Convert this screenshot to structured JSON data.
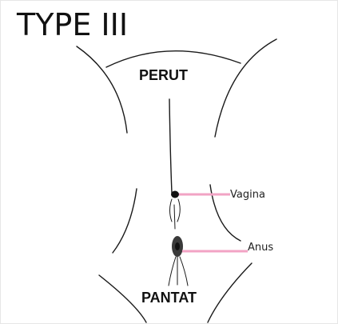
{
  "title": "TYPE III",
  "labels": {
    "top_region": "PERUT",
    "bottom_region": "PANTAT"
  },
  "callouts": [
    {
      "id": "vagina",
      "text": "Vagina"
    },
    {
      "id": "anus",
      "text": "Anus"
    }
  ],
  "colors": {
    "callout_line": "#f2a3c4",
    "anus_fill": "#3a3a3a",
    "outline": "#1a1a1a"
  }
}
